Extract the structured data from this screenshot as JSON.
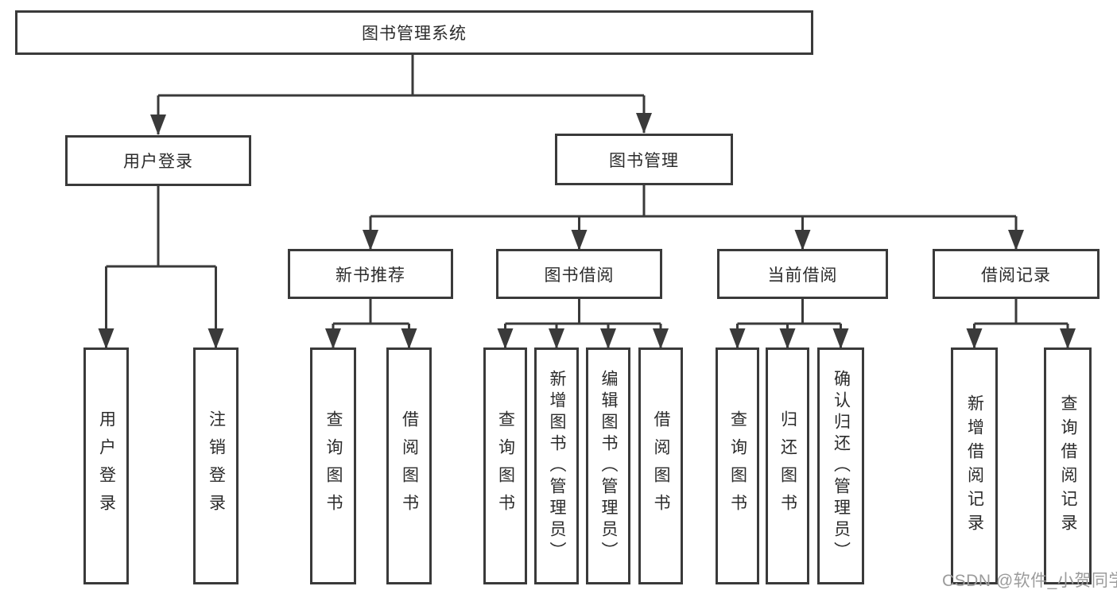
{
  "colors": {
    "line": "#3a3a3a",
    "text": "#2b2b2b",
    "background": "#ffffff",
    "watermark": "#9b9b9b"
  },
  "tree": {
    "root": {
      "label": "图书管理系统"
    },
    "branches": [
      {
        "label": "用户登录",
        "leaves": [
          {
            "label": "用户登录"
          },
          {
            "label": "注销登录"
          }
        ]
      },
      {
        "label": "图书管理",
        "sections": [
          {
            "label": "新书推荐",
            "leaves": [
              {
                "label": "查询图书"
              },
              {
                "label": "借阅图书"
              }
            ]
          },
          {
            "label": "图书借阅",
            "leaves": [
              {
                "label": "查询图书"
              },
              {
                "label": "新增图书（管理员）"
              },
              {
                "label": "编辑图书（管理员）"
              },
              {
                "label": "借阅图书"
              }
            ]
          },
          {
            "label": "当前借阅",
            "leaves": [
              {
                "label": "查询图书"
              },
              {
                "label": "归还图书"
              },
              {
                "label": "确认归还（管理员）"
              }
            ]
          },
          {
            "label": "借阅记录",
            "leaves": [
              {
                "label": "新增借阅记录"
              },
              {
                "label": "查询借阅记录"
              }
            ]
          }
        ]
      }
    ]
  },
  "watermark": {
    "text": "CSDN @软件_小贺同学"
  }
}
